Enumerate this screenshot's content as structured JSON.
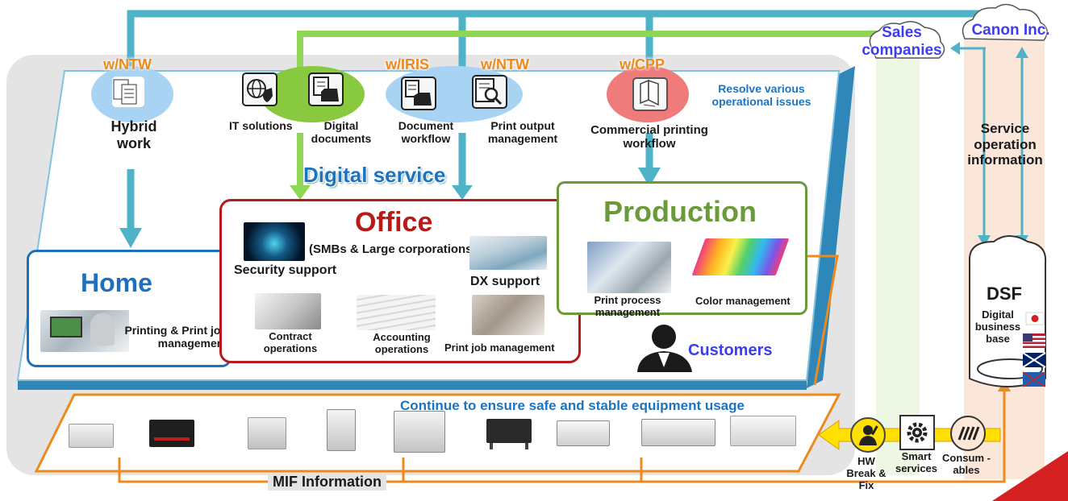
{
  "colors": {
    "teal_arrow": "#4fb3c8",
    "green_arrow": "#8ed653",
    "orange_accent": "#ee8a1c",
    "blue_text": "#1c74c1",
    "purple_text": "#3d3df0",
    "office_red": "#b81a1a",
    "home_blue": "#1f6fbf",
    "production_green": "#6a9a3a",
    "yellow_arrow": "#ffe000",
    "gray_stage": "#e6e6e6"
  },
  "header": {
    "sales_companies": "Sales companies",
    "canon_inc": "Canon Inc."
  },
  "services": {
    "tags": {
      "ntw1": "w/NTW",
      "iris": "w/IRIS",
      "ntw2": "w/NTW",
      "cpp": "w/CPP"
    },
    "hybrid_work": "Hybrid work",
    "it_solutions": "IT solutions",
    "digital_documents": "Digital documents",
    "document_workflow": "Document workflow",
    "print_output_management": "Print output management",
    "commercial_printing_workflow": "Commercial printing workflow",
    "resolve_issues": "Resolve various operational issues",
    "digital_service": "Digital service"
  },
  "home": {
    "title": "Home",
    "printing": "Printing & Print job management"
  },
  "office": {
    "title": "Office",
    "subtitle": "(SMBs & Large corporations)",
    "security_support": "Security support",
    "dx_support": "DX support",
    "contract_operations": "Contract operations",
    "accounting_operations": "Accounting operations",
    "print_job_management": "Print job management"
  },
  "production": {
    "title": "Production",
    "print_process_management": "Print process management",
    "color_management": "Color management"
  },
  "customers": "Customers",
  "continue_text": "Continue to ensure safe and stable equipment usage",
  "mif_information": "MIF Information",
  "service_operation_information": "Service operation information",
  "dsf": {
    "title": "DSF",
    "subtitle": "Digital business base"
  },
  "support": {
    "hw_break_fix": "HW Break & Fix",
    "smart_services": "Smart services",
    "consumables": "Consum -ables"
  },
  "icons": {
    "hybrid": "documents-icon",
    "it": "globe-shield-icon",
    "digital_docs": "folder-document-icon",
    "doc_workflow": "document-folder-icon",
    "print_output": "magnifier-document-icon",
    "commercial": "book-pages-icon",
    "customer": "person-icon",
    "hw": "technician-icon",
    "smart": "gear-icon",
    "consum": "toner-lines-icon",
    "cloud": "cloud-icon"
  }
}
